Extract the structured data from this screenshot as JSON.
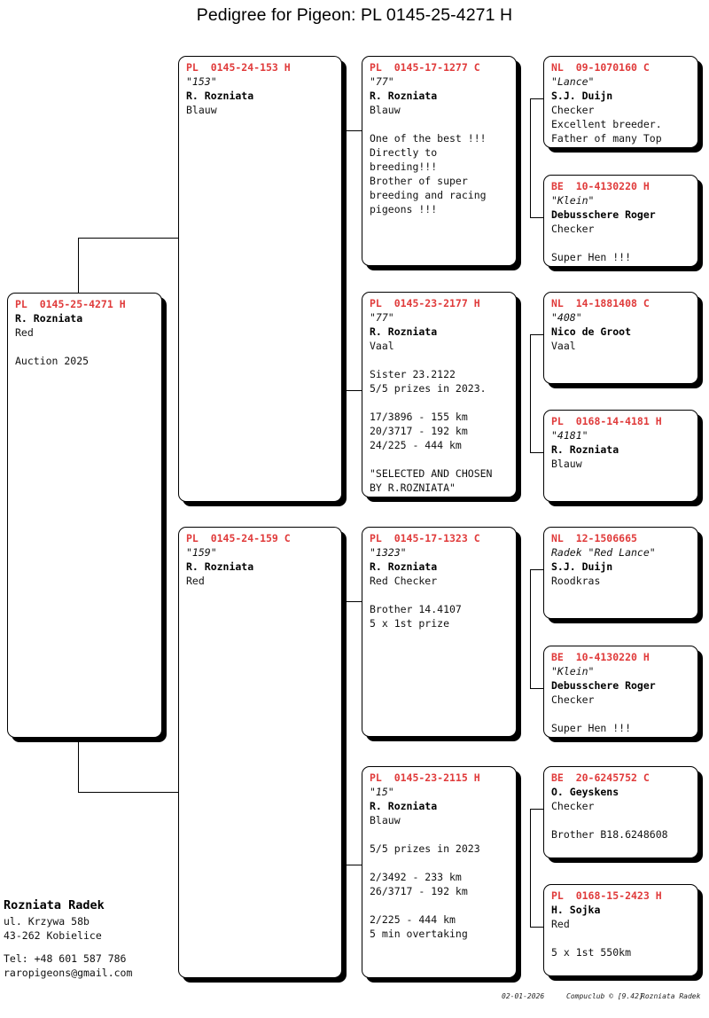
{
  "title": "Pedigree for Pigeon: PL  0145-25-4271 H",
  "subject": {
    "ring": "PL  0145-25-4271 H",
    "name": "",
    "owner": "R. Rozniata",
    "colour": "Red",
    "notes": "Auction 2025"
  },
  "gen1": [
    {
      "ring": "PL  0145-24-153 H",
      "name": "\"153\"",
      "owner": "R. Rozniata",
      "colour": "Blauw",
      "notes": ""
    },
    {
      "ring": "PL  0145-24-159 C",
      "name": "\"159\"",
      "owner": "R. Rozniata",
      "colour": "Red",
      "notes": ""
    }
  ],
  "gen2": [
    {
      "ring": "PL  0145-17-1277 C",
      "name": "\"77\"",
      "owner": "R. Rozniata",
      "colour": "Blauw",
      "notes": "One of the best !!!\nDirectly to\nbreeding!!!\nBrother of super\nbreeding and racing\npigeons !!!"
    },
    {
      "ring": "PL  0145-23-2177 H",
      "name": "\"77\"",
      "owner": "R. Rozniata",
      "colour": "Vaal",
      "notes": "Sister 23.2122\n5/5 prizes in 2023.\n\n17/3896 - 155 km\n20/3717 - 192 km\n24/225 - 444 km\n\n\"SELECTED AND CHOSEN\nBY R.ROZNIATA\""
    },
    {
      "ring": "PL  0145-17-1323 C",
      "name": "\"1323\"",
      "owner": "R. Rozniata",
      "colour": "Red Checker",
      "notes": "Brother 14.4107\n5 x 1st prize"
    },
    {
      "ring": "PL  0145-23-2115 H",
      "name": "\"15\"",
      "owner": "R. Rozniata",
      "colour": "Blauw",
      "notes": "5/5 prizes in 2023\n\n2/3492 - 233 km\n26/3717 - 192 km\n\n2/225 - 444 km\n5 min overtaking"
    }
  ],
  "gen3": [
    {
      "ring": "NL  09-1070160 C",
      "name": "\"Lance\"",
      "owner": "S.J. Duijn",
      "colour": "Checker",
      "notes": "Excellent breeder.\nFather of many Top",
      "notes_tight": true
    },
    {
      "ring": "BE  10-4130220 H",
      "name": "\"Klein\"",
      "owner": "Debusschere Roger",
      "colour": "Checker",
      "notes": "Super Hen !!!"
    },
    {
      "ring": "NL  14-1881408 C",
      "name": "\"408\"",
      "owner": "Nico de Groot",
      "colour": "Vaal",
      "notes": ""
    },
    {
      "ring": "PL  0168-14-4181 H",
      "name": "\"4181\"",
      "owner": "R. Rozniata",
      "colour": "Blauw",
      "notes": ""
    },
    {
      "ring": "NL  12-1506665",
      "name": "Radek \"Red Lance\"",
      "owner": "S.J. Duijn",
      "colour": "Roodkras",
      "notes": ""
    },
    {
      "ring": "BE  10-4130220 H",
      "name": "\"Klein\"",
      "owner": "Debusschere Roger",
      "colour": "Checker",
      "notes": "Super Hen !!!"
    },
    {
      "ring": "BE  20-6245752 C",
      "name": "",
      "owner": "O. Geyskens",
      "colour": "Checker",
      "notes": "Brother B18.6248608"
    },
    {
      "ring": "PL  0168-15-2423 H",
      "name": "",
      "owner": "H. Sojka",
      "colour": "Red",
      "notes": "5 x 1st 550km"
    }
  ],
  "address": {
    "name": "Rozniata Radek",
    "street": "ul. Krzywa 58b",
    "city": "43-262 Kobielice",
    "phone": "Tel: +48 601 587 786",
    "email": "raropigeons@gmail.com"
  },
  "footer": {
    "date": "02-01-2026",
    "app": "Compuclub © [9.42]",
    "user": "Rozniata Radek"
  },
  "colors": {
    "ring_red": "#e03b3b",
    "text": "#111111",
    "line": "#000000"
  }
}
